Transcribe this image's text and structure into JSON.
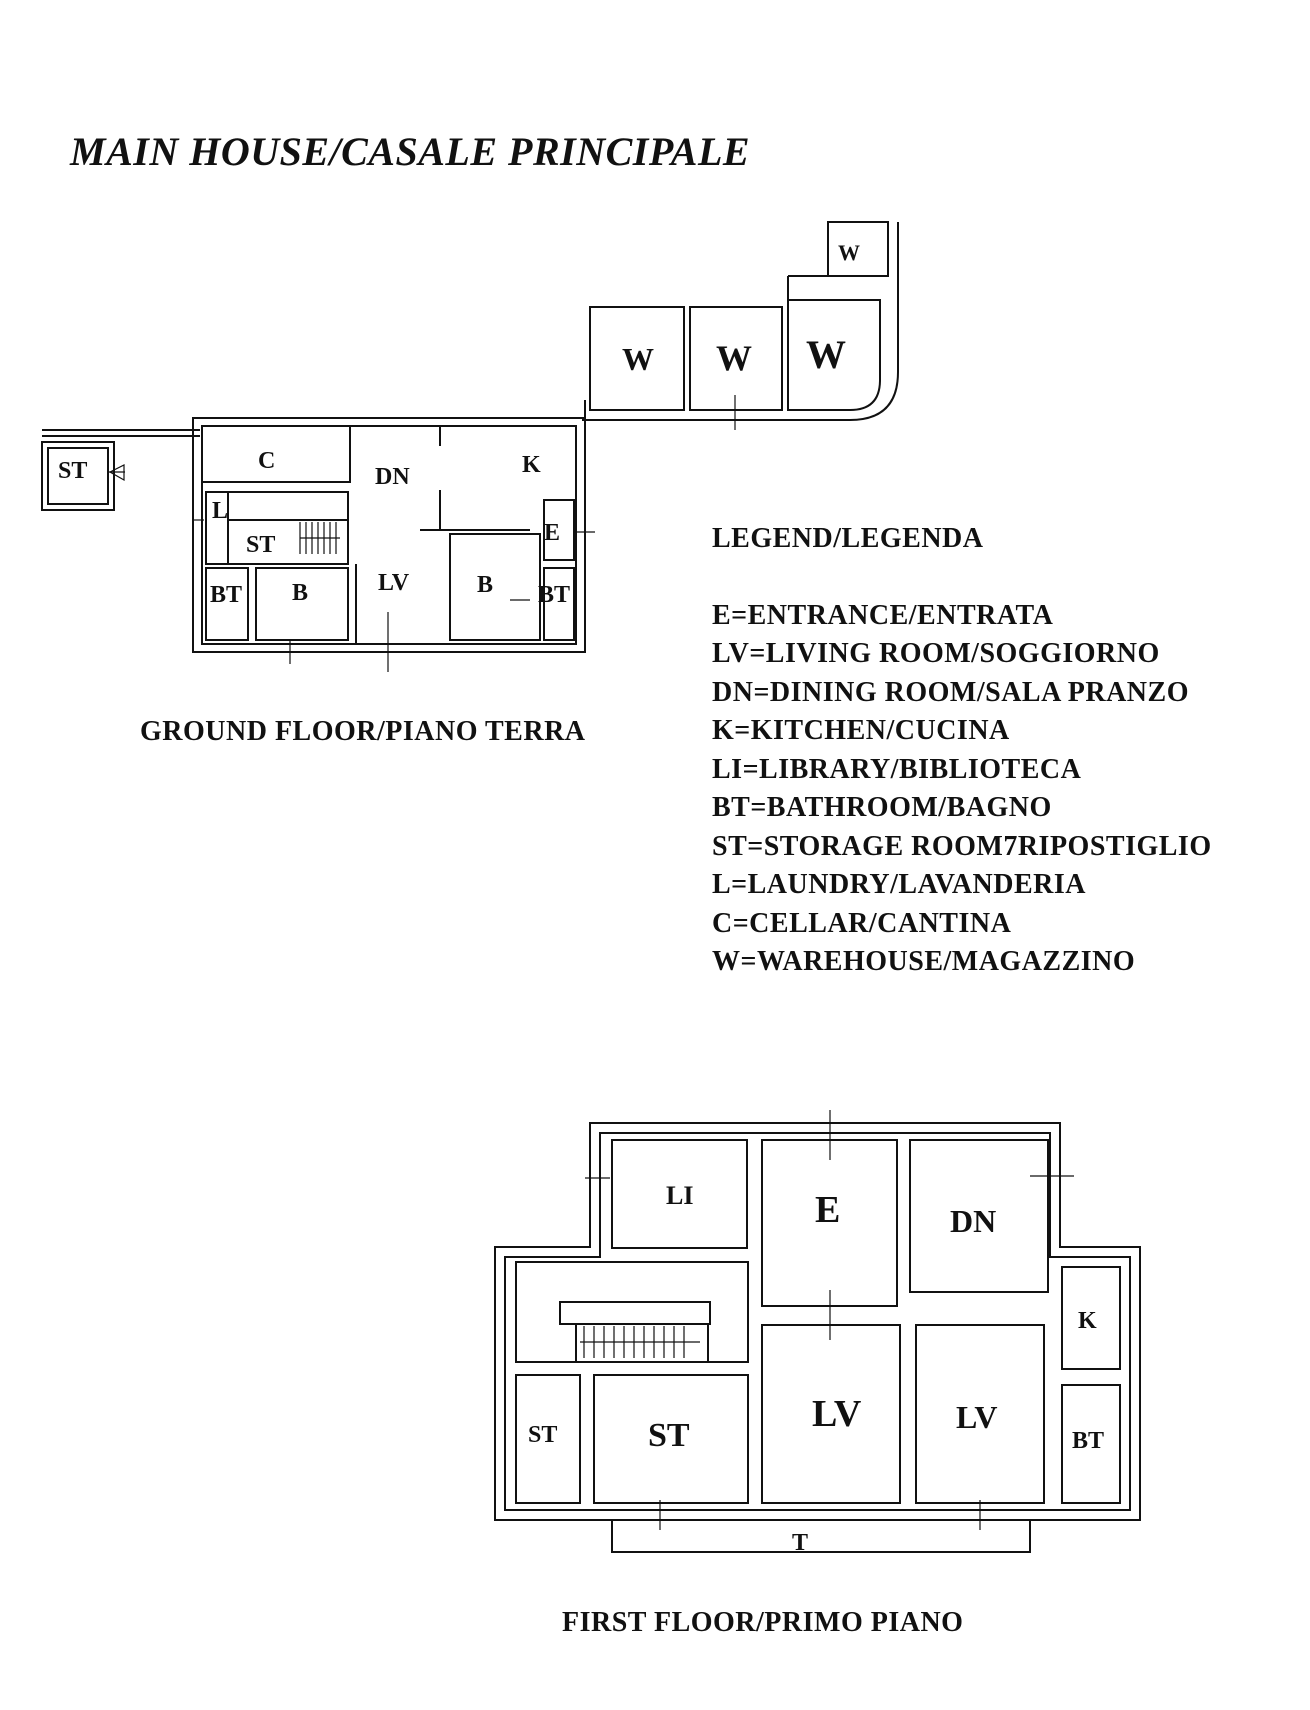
{
  "title": "MAIN HOUSE/CASALE PRINCIPALE",
  "ground_floor": {
    "caption": "GROUND FLOOR/PIANO TERRA",
    "rooms": {
      "st_outbuilding": "ST",
      "cellar": "C",
      "dining": "DN",
      "kitchen": "K",
      "laundry": "L",
      "storage": "ST",
      "entrance": "E",
      "bath_left": "BT",
      "bed_left": "B",
      "living": "LV",
      "bed_right": "B",
      "bath_right": "BT",
      "warehouse_1": "W",
      "warehouse_2": "W",
      "warehouse_3": "W",
      "warehouse_small": "W"
    }
  },
  "first_floor": {
    "caption": "FIRST FLOOR/PRIMO PIANO",
    "rooms": {
      "library": "LI",
      "entrance": "E",
      "dining": "DN",
      "kitchen": "K",
      "storage_small": "ST",
      "storage": "ST",
      "living_left": "LV",
      "living_right": "LV",
      "bath": "BT",
      "terrace": "T"
    }
  },
  "legend": {
    "title": "LEGEND/LEGENDA",
    "items": [
      "E=ENTRANCE/ENTRATA",
      "LV=LIVING ROOM/SOGGIORNO",
      "DN=DINING ROOM/SALA PRANZO",
      "K=KITCHEN/CUCINA",
      "LI=LIBRARY/BIBLIOTECA",
      "BT=BATHROOM/BAGNO",
      "ST=STORAGE ROOM7RIPOSTIGLIO",
      "L=LAUNDRY/LAVANDERIA",
      "C=CELLAR/CANTINA",
      "W=WAREHOUSE/MAGAZZINO"
    ]
  }
}
